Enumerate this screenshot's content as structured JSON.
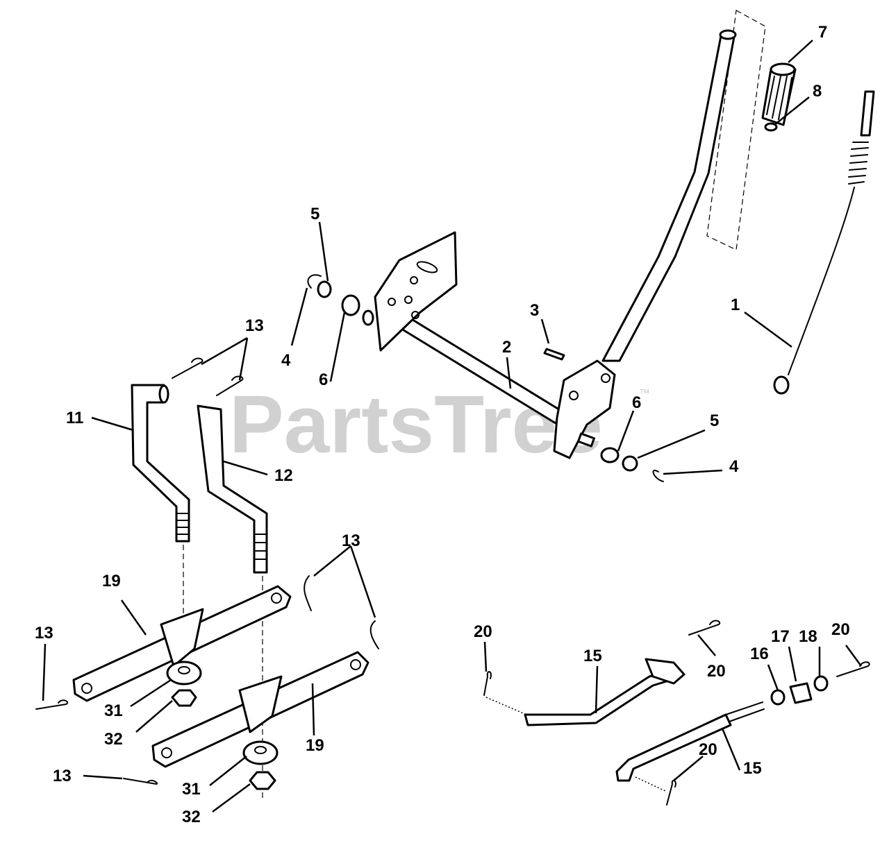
{
  "watermark": {
    "text": "PartsTree",
    "trademark": "™"
  },
  "callouts": [
    {
      "id": "c1",
      "text": "1"
    },
    {
      "id": "c2",
      "text": "2"
    },
    {
      "id": "c3",
      "text": "3"
    },
    {
      "id": "c4a",
      "text": "4"
    },
    {
      "id": "c4b",
      "text": "4"
    },
    {
      "id": "c5a",
      "text": "5"
    },
    {
      "id": "c5b",
      "text": "5"
    },
    {
      "id": "c6a",
      "text": "6"
    },
    {
      "id": "c6b",
      "text": "6"
    },
    {
      "id": "c7",
      "text": "7"
    },
    {
      "id": "c8",
      "text": "8"
    },
    {
      "id": "c11",
      "text": "11"
    },
    {
      "id": "c12",
      "text": "12"
    },
    {
      "id": "c13a",
      "text": "13"
    },
    {
      "id": "c13b",
      "text": "13"
    },
    {
      "id": "c13c",
      "text": "13"
    },
    {
      "id": "c13d",
      "text": "13"
    },
    {
      "id": "c15a",
      "text": "15"
    },
    {
      "id": "c15b",
      "text": "15"
    },
    {
      "id": "c16",
      "text": "16"
    },
    {
      "id": "c17",
      "text": "17"
    },
    {
      "id": "c18",
      "text": "18"
    },
    {
      "id": "c19a",
      "text": "19"
    },
    {
      "id": "c19b",
      "text": "19"
    },
    {
      "id": "c20a",
      "text": "20"
    },
    {
      "id": "c20b",
      "text": "20"
    },
    {
      "id": "c20c",
      "text": "20"
    },
    {
      "id": "c20d",
      "text": "20"
    },
    {
      "id": "c31a",
      "text": "31"
    },
    {
      "id": "c31b",
      "text": "31"
    },
    {
      "id": "c32a",
      "text": "32"
    },
    {
      "id": "c32b",
      "text": "32"
    }
  ]
}
